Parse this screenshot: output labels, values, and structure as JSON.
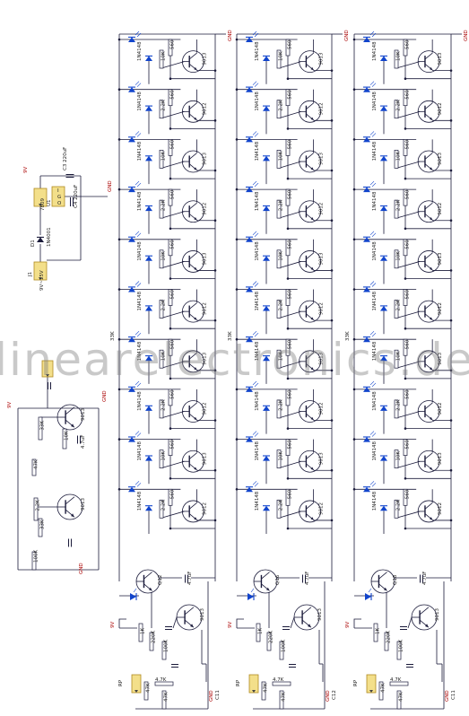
{
  "watermark": "linearelectronics.de",
  "colors": {
    "wire": "#1a1a3a",
    "resistor_fill": "#ffffff",
    "led": "#1144cc",
    "ground_label": "#aa0000",
    "connector": "#f3df8a",
    "watermark": "#808080"
  },
  "labels": {
    "gnd": "GND",
    "vcc": "9V",
    "supply_in": "9V~15V",
    "regulator": "7809",
    "reg_in": "I",
    "reg_gnd": "G",
    "reg_out": "O",
    "reg_ref": "U1",
    "diode_ref": "D1",
    "diode_part": "1N4001",
    "conn_ref": "J1",
    "cap_c3": "C3 220uF",
    "cap_c4": "C4 220uF",
    "column_1_ref": "Q12",
    "column_2_ref": "Q16",
    "column_3_ref": "Q18",
    "osc_t1": "9013",
    "osc_t2": "9013",
    "cap_47": "4.7uF",
    "driver_part": "9012",
    "pot_ref": "RP",
    "cap_c11": "C11",
    "cap_c12": "C12",
    "led_part": "1N4148",
    "res_33k": "33K",
    "res_10k": "10K",
    "res_560": "560",
    "res_2_2k": "2.2K",
    "res_47k": "47K",
    "res_4_7k": "4.7K",
    "res_100k": "100K",
    "res_1k": "1K",
    "res_220k": "220K",
    "res_47": "47K"
  }
}
